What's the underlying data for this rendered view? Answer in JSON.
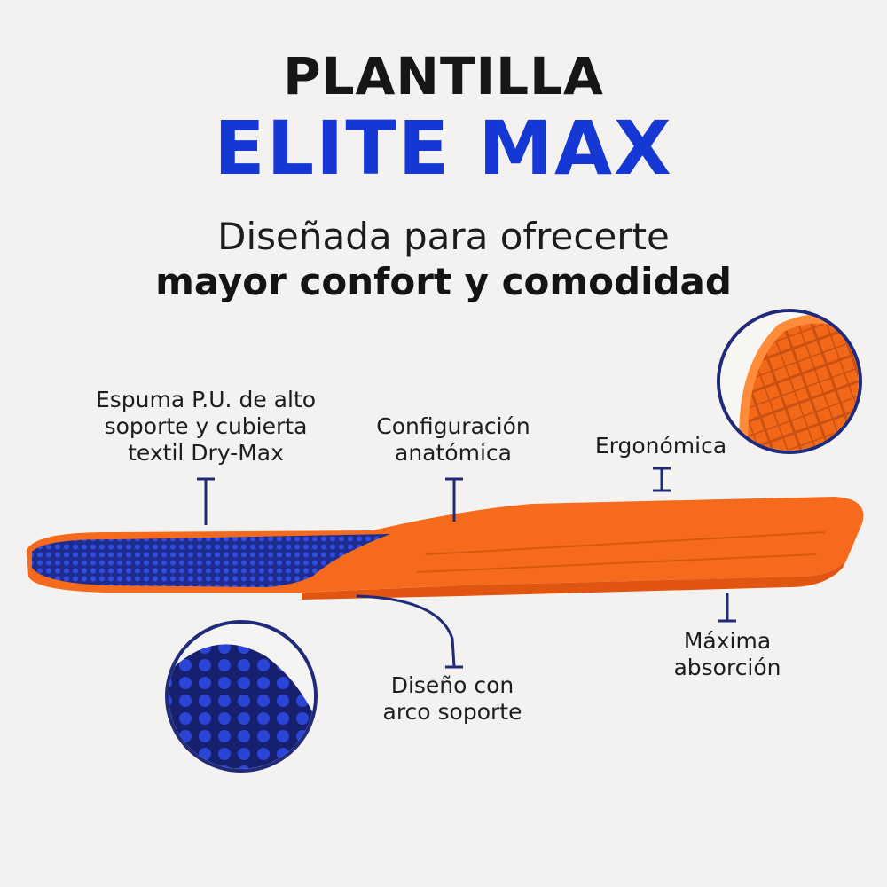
{
  "title": {
    "line1": "PLANTILLA",
    "line2": "ELITE MAX"
  },
  "subtitle": {
    "line1": "Diseñada para ofrecerte",
    "line2": "mayor confort y comodidad"
  },
  "features": {
    "foam": [
      "Espuma P.U. de alto",
      "soporte y cubierta",
      "textil Dry-Max"
    ],
    "anatomic": [
      "Configuración",
      "anatómica"
    ],
    "ergonomic": [
      "Ergonómica"
    ],
    "arch": [
      "Diseño con",
      "arco soporte"
    ],
    "absorption": [
      "Máxima",
      "absorción"
    ]
  },
  "colors": {
    "accent_blue": "#1537d4",
    "insole_orange": "#f56a1c",
    "mesh_navy": "#1d2a8c",
    "line_navy": "#1f2a7a"
  },
  "icons": {
    "product": "insole-side-view",
    "detail_heel": "heel-tread-detail",
    "detail_mesh": "mesh-fabric-detail"
  }
}
